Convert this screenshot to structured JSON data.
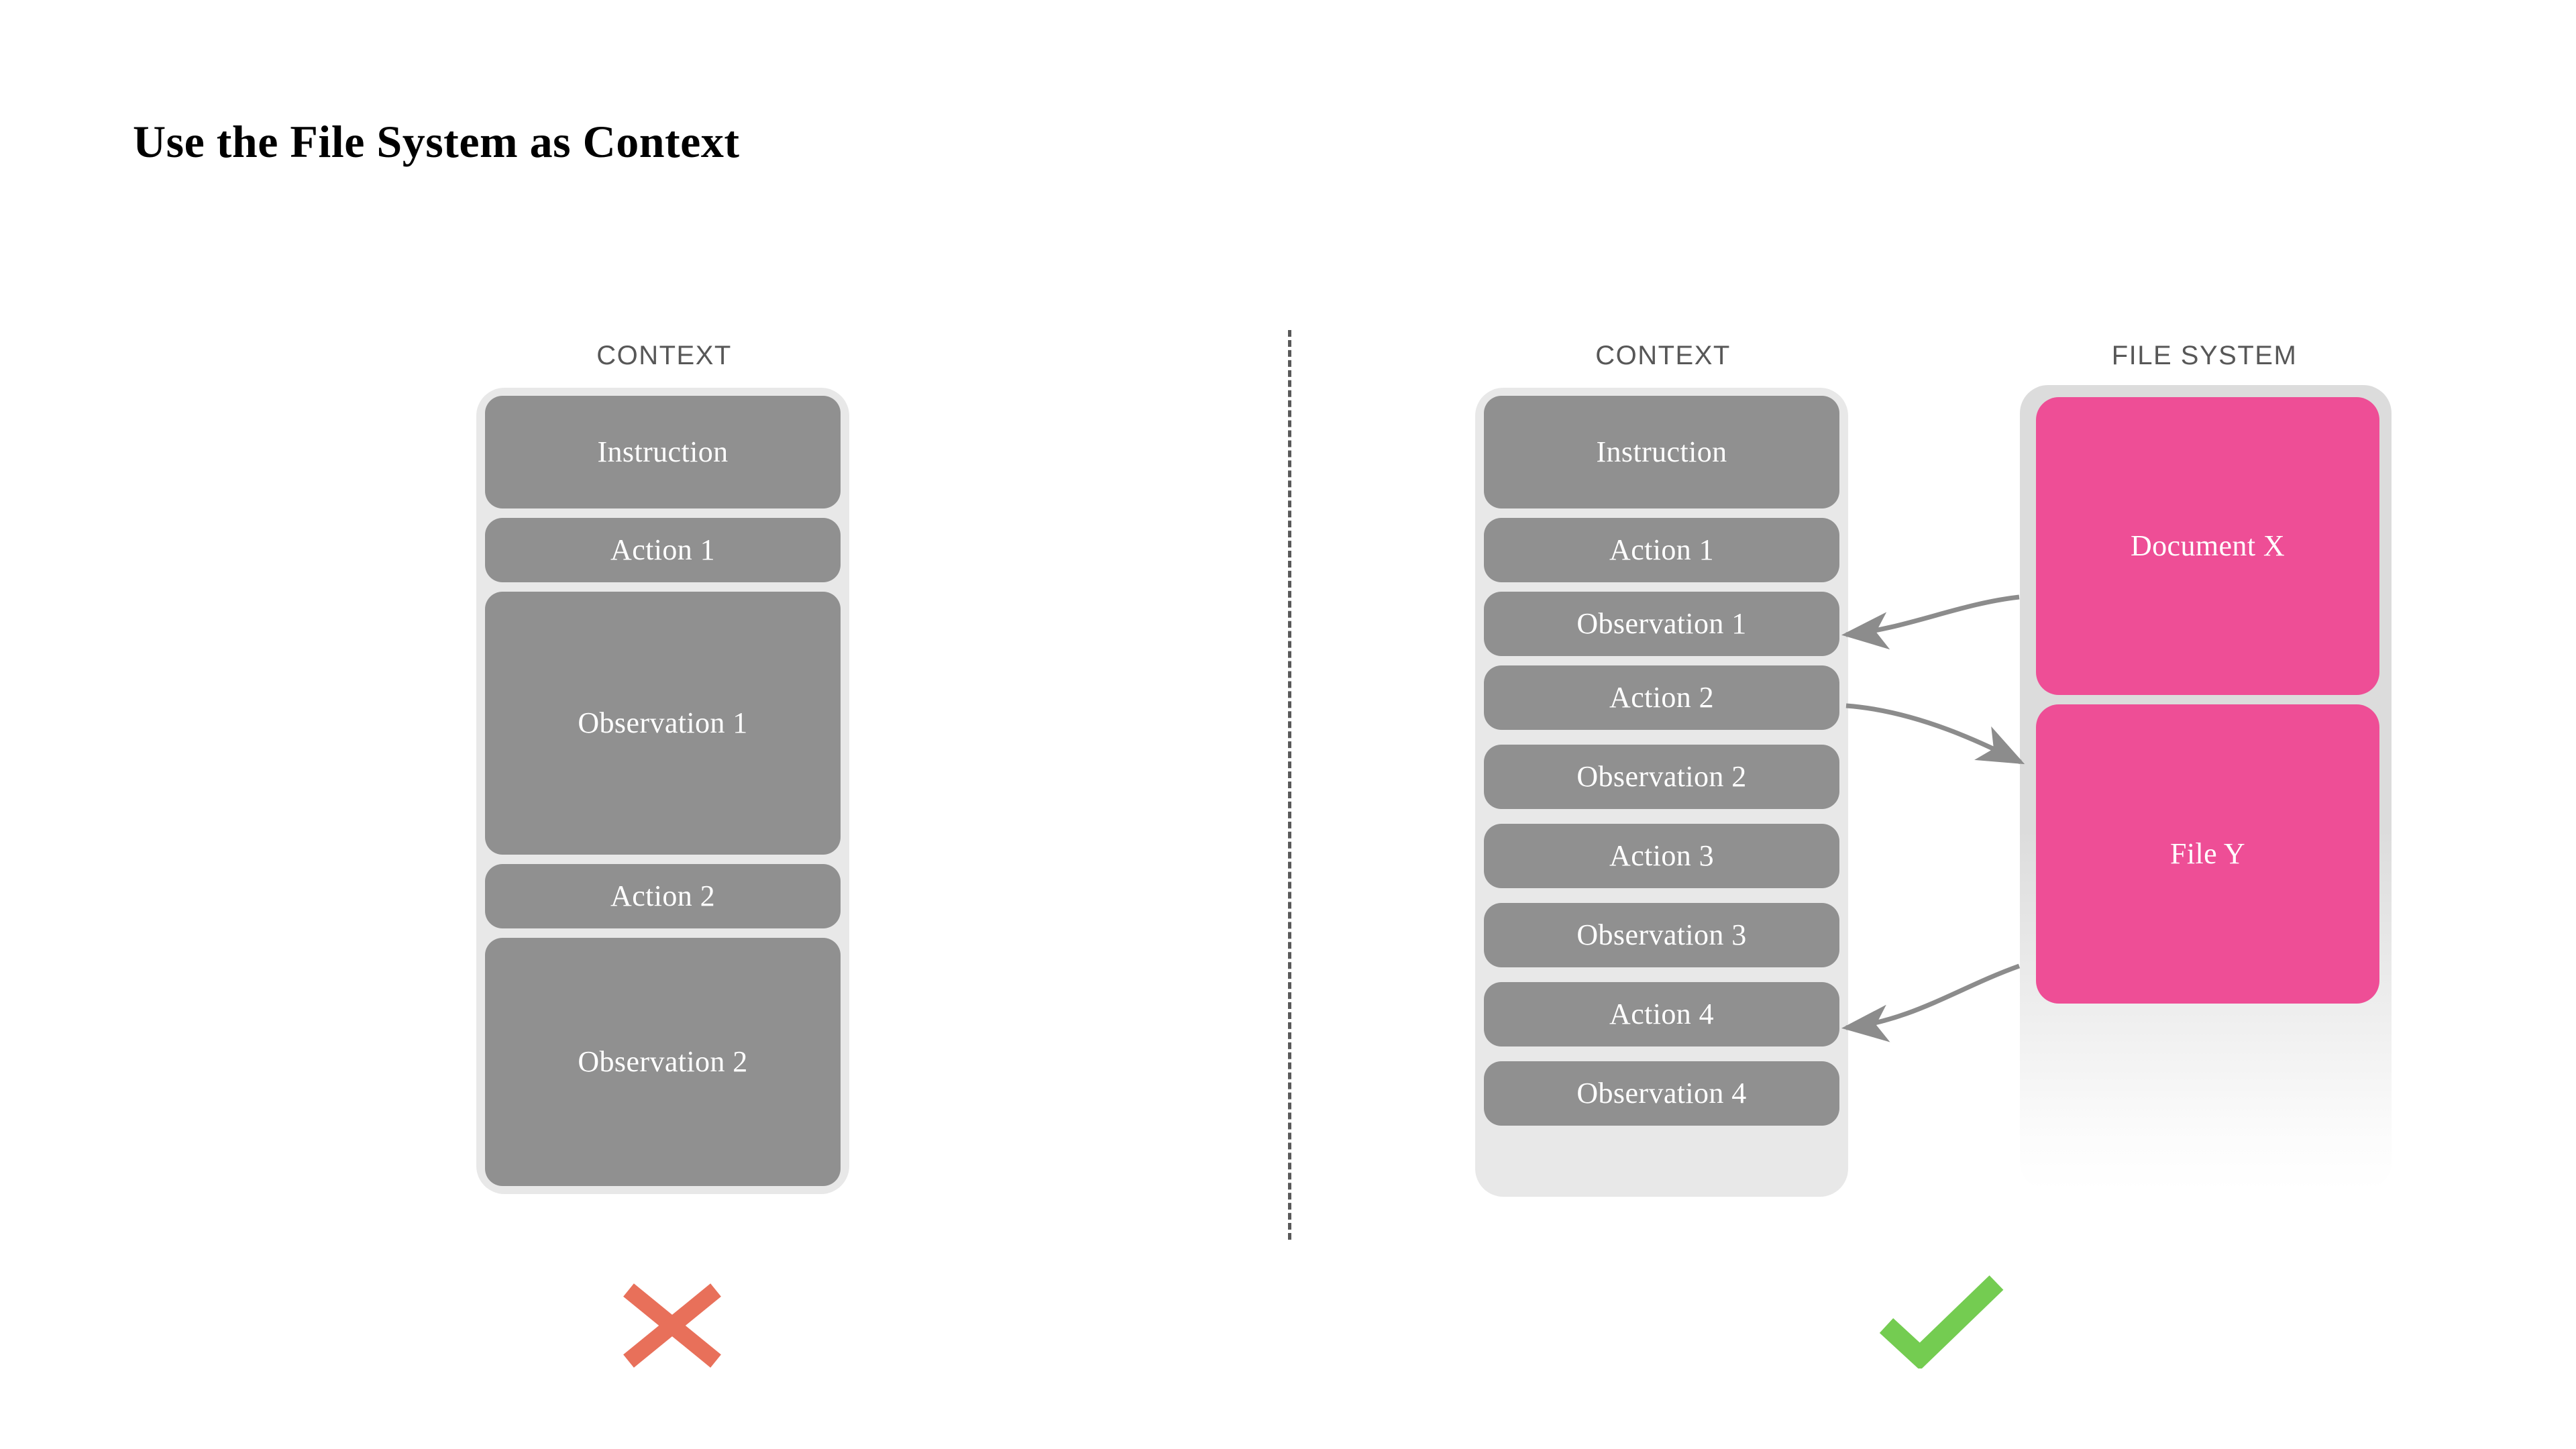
{
  "title": "Use the File System as Context",
  "colors": {
    "block_gray": "#909090",
    "container_gray": "#E8E8E8",
    "file_pink": "#EE4E96",
    "cross_red": "#E8705A",
    "check_green": "#74CC51",
    "label_gray": "#575757",
    "arrow_gray": "#8C8C8C",
    "divider_gray": "#595959",
    "background": "#FFFFFF"
  },
  "left_panel": {
    "label": "CONTEXT",
    "verdict": "cross",
    "blocks": [
      {
        "label": "Instruction",
        "size": "large"
      },
      {
        "label": "Action 1",
        "size": "small"
      },
      {
        "label": "Observation 1",
        "size": "xlarge"
      },
      {
        "label": "Action 2",
        "size": "small"
      },
      {
        "label": "Observation 2",
        "size": "xlarge"
      }
    ]
  },
  "right_panel": {
    "label": "CONTEXT",
    "verdict": "check",
    "blocks": [
      {
        "label": "Instruction",
        "size": "large"
      },
      {
        "label": "Action 1",
        "size": "small"
      },
      {
        "label": "Observation 1",
        "size": "small"
      },
      {
        "label": "Action 2",
        "size": "small"
      },
      {
        "label": "Observation 2",
        "size": "small"
      },
      {
        "label": "Action 3",
        "size": "small"
      },
      {
        "label": "Observation 3",
        "size": "small"
      },
      {
        "label": "Action 4",
        "size": "small"
      },
      {
        "label": "Observation 4",
        "size": "small"
      }
    ]
  },
  "file_system_panel": {
    "label": "FILE SYSTEM",
    "blocks": [
      {
        "label": "Document X"
      },
      {
        "label": "File Y"
      }
    ]
  },
  "arrows": [
    {
      "from": "Document X",
      "to": "Observation 1",
      "direction": "left"
    },
    {
      "from": "Action 2",
      "to": "File Y",
      "direction": "right"
    },
    {
      "from": "File Y",
      "to": "Action 4",
      "direction": "left"
    }
  ],
  "verdict_icons": {
    "cross": "✖",
    "check": "✔"
  }
}
